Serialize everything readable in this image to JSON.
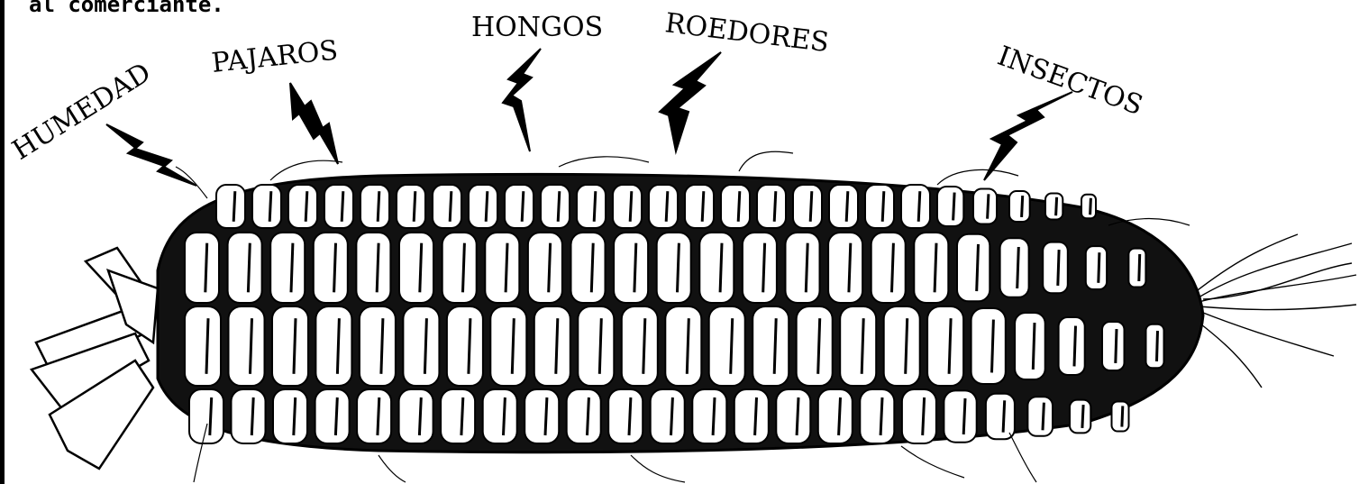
{
  "caption_fragment": "al comerciante.",
  "threats": [
    {
      "label": "HUMEDAD",
      "icon": "lightning-bolt-icon"
    },
    {
      "label": "PAJAROS",
      "icon": "lightning-bolt-icon"
    },
    {
      "label": "HONGOS",
      "icon": "lightning-bolt-icon"
    },
    {
      "label": "ROEDORES",
      "icon": "lightning-bolt-icon"
    },
    {
      "label": "INSECTOS",
      "icon": "lightning-bolt-icon"
    }
  ],
  "colors": {
    "ink": "#000000",
    "paper": "#ffffff"
  }
}
